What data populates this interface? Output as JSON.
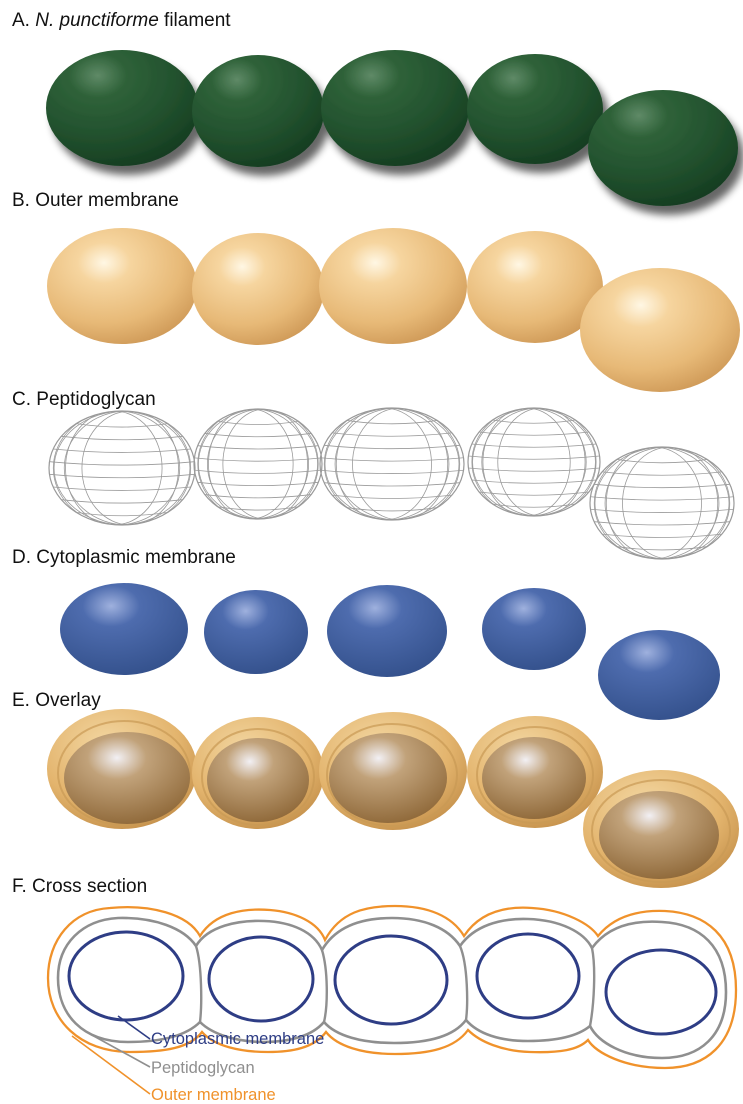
{
  "panels": {
    "a": {
      "prefix": "A. ",
      "species": "N. punctiforme",
      "suffix": " filament"
    },
    "b": {
      "title": "B. Outer membrane"
    },
    "c": {
      "title": "C. Peptidoglycan"
    },
    "d": {
      "title": "D. Cytoplasmic membrane"
    },
    "e": {
      "title": "E. Overlay"
    },
    "f": {
      "title": "F. Cross section"
    }
  },
  "legend": {
    "cytoplasmic": {
      "label": "Cytoplasmic membrane",
      "color": "#2e3d85"
    },
    "peptidoglycan": {
      "label": "Peptidoglycan",
      "color": "#8f8f8f"
    },
    "outer": {
      "label": "Outer membrane",
      "color": "#f0922b"
    }
  },
  "colors": {
    "filament": "#1f4d2b",
    "outer_membrane": "#e9bd7b",
    "peptidoglycan_mesh": "#9a9a9a",
    "cytoplasmic_membrane": "#3d5b9b",
    "overlay_inner": "#a9824f"
  },
  "cell_count": 5
}
